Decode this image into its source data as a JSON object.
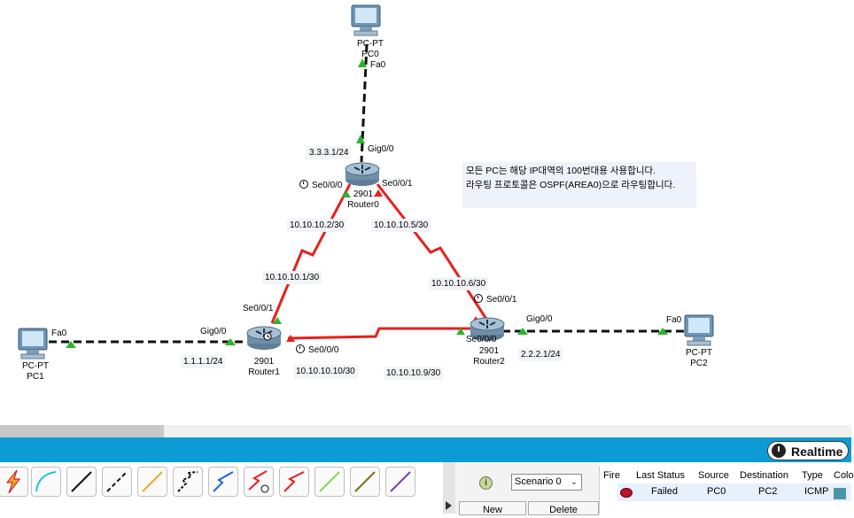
{
  "devices": {
    "pc0": {
      "type": "PC-PT",
      "name": "PC0"
    },
    "pc1": {
      "type": "PC-PT",
      "name": "PC1"
    },
    "pc2": {
      "type": "PC-PT",
      "name": "PC2"
    },
    "router0": {
      "model": "2901",
      "name": "Router0"
    },
    "router1": {
      "model": "2901",
      "name": "Router1"
    },
    "router2": {
      "model": "2901",
      "name": "Router2"
    }
  },
  "interfaces": {
    "pc0_fa0": "Fa0",
    "pc1_fa0": "Fa0",
    "pc2_fa0": "Fa0",
    "r0_gig": "Gig0/0",
    "r0_se000": "Se0/0/0",
    "r0_se001": "Se0/0/1",
    "r1_gig": "Gig0/0",
    "r1_se001": "Se0/0/1",
    "r1_se000": "Se0/0/0",
    "r2_gig": "Gig0/0",
    "r2_se001": "Se0/0/1",
    "r2_se000": "Se0/0/0"
  },
  "addresses": {
    "r0_lan": "3.3.3.1/24",
    "r1_lan": "1.1.1.1/24",
    "r2_lan": "2.2.2.1/24",
    "r0_to_r1": "10.10.10.2/30",
    "r1_to_r0": "10.10.10.1/30",
    "r0_to_r2": "10.10.10.5/30",
    "r2_to_r0": "10.10.10.6/30",
    "r1_to_r2": "10.10.10.10/30",
    "r2_to_r1": "10.10.10.9/30"
  },
  "note": {
    "line1": "모든 PC는 해당 IP대역의 100번대용 사용합니다.",
    "line2": "라우팅 프로토콜은 OSPF(AREA0)으로 라우팅합니다."
  },
  "realtime_label": "Realtime",
  "scenario": {
    "selected": "Scenario 0",
    "new_label": "New",
    "delete_label": "Delete"
  },
  "pdu_table": {
    "headers": [
      "Fire",
      "Last Status",
      "Source",
      "Destination",
      "Type",
      "Colo"
    ],
    "rows": [
      {
        "fire": "",
        "last_status": "Failed",
        "source": "PC0",
        "destination": "PC2",
        "type": "ICMP"
      }
    ]
  },
  "colors": {
    "serial_link": "#e8201c",
    "ethernet_link": "#111111",
    "link_up": "#2ab52a",
    "bar_blue": "#0d9bd6"
  },
  "toolbar_icons": [
    "auto-connection-icon",
    "console-cable-icon",
    "straight-through-cable-icon",
    "crossover-cable-icon",
    "fiber-cable-icon",
    "phone-cable-icon",
    "coaxial-cable-icon",
    "serial-dce-cable-icon",
    "serial-dte-cable-icon",
    "octal-cable-icon",
    "iot-custom-cable-icon",
    "usb-cable-icon"
  ]
}
